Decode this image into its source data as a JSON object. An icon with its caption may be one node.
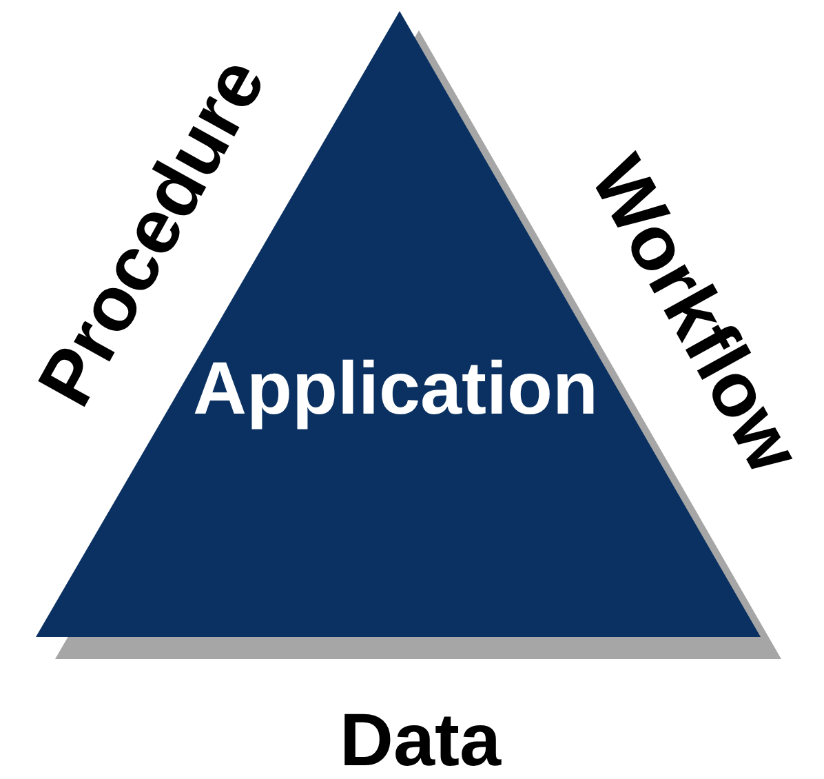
{
  "diagram": {
    "nodes": [
      {
        "text": [
          "Application"
        ]
      }
    ],
    "edges": [],
    "labels": [
      "Procedure",
      "Workflow",
      "Data"
    ]
  }
}
